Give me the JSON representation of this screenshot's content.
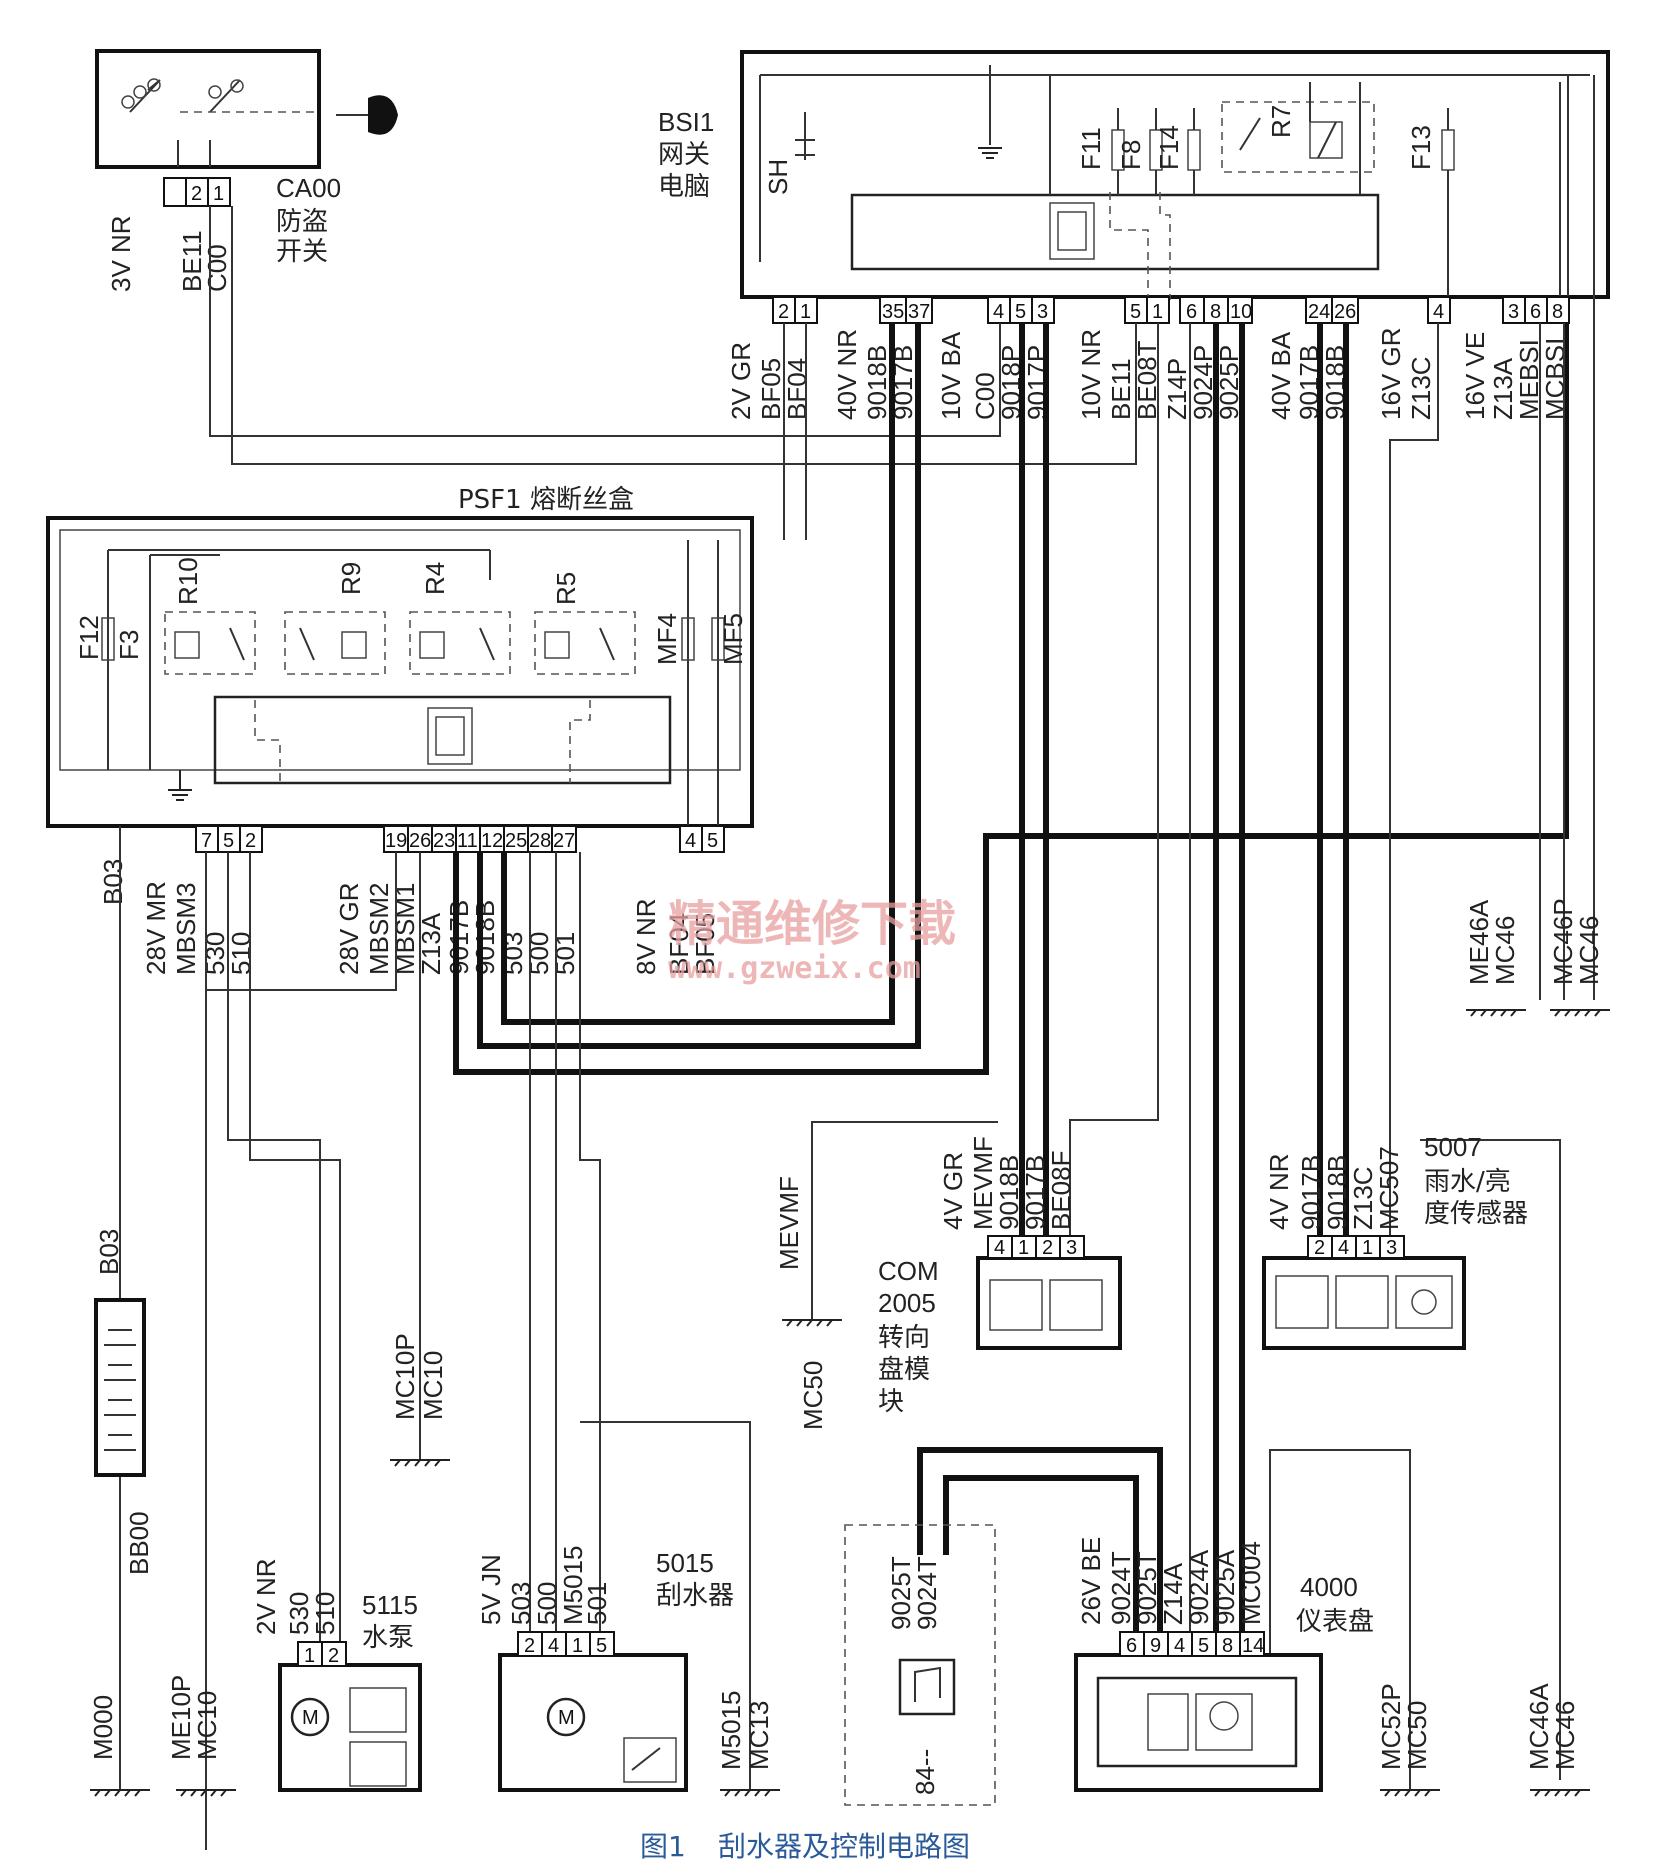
{
  "caption": {
    "number": "图1",
    "title": "刮水器及控制电路图"
  },
  "watermark": {
    "cn": "精通维修下载",
    "url": "www.gzweix.com"
  },
  "components": {
    "ca00": {
      "code": "CA00",
      "name1": "防盗",
      "name2": "开关",
      "conn": "3V  NR",
      "pins": [
        "2",
        "1"
      ],
      "wires": [
        "BE11",
        "C00"
      ]
    },
    "bsi1": {
      "code": "BSI1",
      "name1": "网关",
      "name2": "电脑",
      "sh": "SH",
      "fuses": [
        "F11",
        "F8",
        "F14",
        "F13"
      ],
      "relay": "R7"
    },
    "psf1": {
      "title": "PSF1  熔断丝盒",
      "fuses": [
        "F12",
        "F3",
        "MF4",
        "MF5"
      ],
      "relays": [
        "R10",
        "R9",
        "R4",
        "R5"
      ]
    },
    "com2005": {
      "code1": "COM",
      "code2": "2005",
      "name1": "转向",
      "name2": "盘模",
      "name3": "块"
    },
    "s5007": {
      "code": "5007",
      "name1": "雨水/亮",
      "name2": "度传感器"
    },
    "s5115": {
      "code": "5115",
      "name": "水泵"
    },
    "s5015": {
      "code": "5015",
      "name": "刮水器"
    },
    "s4000": {
      "code": "4000",
      "name": "仪表盘"
    },
    "battery": {
      "top": "B03",
      "bottom": "BB00"
    },
    "diag84": {
      "label": "84--",
      "wires": [
        "9025T",
        "9024T"
      ]
    }
  },
  "bsi_groups": [
    {
      "conn": "2V  GR",
      "pins": [
        "2",
        "1"
      ],
      "wires": [
        "BF05",
        "BF04"
      ]
    },
    {
      "conn": "40V  NR",
      "pins": [
        "35",
        "37"
      ],
      "wires": [
        "9018B",
        "9017B"
      ]
    },
    {
      "conn": "10V  BA",
      "pins": [
        "4",
        "5",
        "3"
      ],
      "wires": [
        "C00",
        "9018P",
        "9017P"
      ]
    },
    {
      "conn": "10V  NR",
      "pins": [
        "5",
        "1"
      ],
      "wires": [
        "BE11",
        "BE08T"
      ]
    },
    {
      "conn": "40V  BA",
      "pins": [
        "6",
        "8",
        "10",
        "24",
        "26"
      ],
      "wires": [
        "Z14P",
        "9024P",
        "9025P",
        "9017B",
        "9018B"
      ]
    },
    {
      "conn": "16V  GR",
      "pins": [
        "4"
      ],
      "wires": [
        "Z13C"
      ]
    },
    {
      "conn": "16V  VE",
      "pins": [
        "3",
        "6",
        "8"
      ],
      "wires": [
        "Z13A",
        "MEBSI",
        "MCBSI"
      ]
    }
  ],
  "psf_groups": [
    {
      "conn": "28V  MR",
      "pins": [
        "7",
        "5",
        "2"
      ],
      "wires": [
        "MBSM3",
        "530",
        "510"
      ]
    },
    {
      "conn": "28V  GR",
      "pins": [
        "19",
        "26",
        "23",
        "11",
        "12",
        "25",
        "28",
        "27"
      ],
      "wires": [
        "MBSM2",
        "MBSM1",
        "Z13A",
        "9017B",
        "9018B",
        "503",
        "500",
        "501"
      ]
    },
    {
      "conn": "8V  NR",
      "pins": [
        "4",
        "5"
      ],
      "wires": [
        "BF04",
        "BF05"
      ]
    }
  ],
  "com_conn": {
    "conn": "4V  GR",
    "pins": [
      "4",
      "1",
      "2",
      "3"
    ],
    "wires": [
      "MEVMF",
      "9018B",
      "9017B",
      "BE08F"
    ],
    "ground_wire": "MEVMF",
    "ground": "MC50"
  },
  "s5007_conn": {
    "conn": "4V  NR",
    "pins": [
      "2",
      "4",
      "1",
      "3"
    ],
    "wires": [
      "9017B",
      "9018B",
      "Z13C",
      "MC507"
    ]
  },
  "s5115_conn": {
    "conn": "2V  NR",
    "pins": [
      "1",
      "2"
    ],
    "wires": [
      "530",
      "510"
    ]
  },
  "s5015_conn": {
    "conn": "5V  JN",
    "pins": [
      "2",
      "4",
      "1",
      "5"
    ],
    "wires": [
      "503",
      "500",
      "M5015",
      "501"
    ]
  },
  "s4000_conn": {
    "conn": "26V  BE",
    "pins": [
      "6",
      "9",
      "4",
      "5",
      "8",
      "14"
    ],
    "wires": [
      "9024T",
      "9025T",
      "Z14A",
      "9024A",
      "9025A",
      "MC004"
    ]
  },
  "grounds": {
    "b03": "B03",
    "m000": "M000",
    "me10p": "ME10P",
    "mc10a": "MC10",
    "mc10p": "MC10P",
    "mc10b": "MC10",
    "m5015": "M5015",
    "mc13": "MC13",
    "mc52p": "MC52P",
    "mc50b": "MC50",
    "mc46a_b": "MC46A",
    "mc46b": "MC46",
    "me46a": "ME46A",
    "mc46c": "MC46",
    "mc46p": "MC46P",
    "mc46d": "MC46"
  },
  "colors": {
    "ink": "#111111",
    "watermark": "#e8a0a0",
    "caption": "#2a5a9a"
  }
}
